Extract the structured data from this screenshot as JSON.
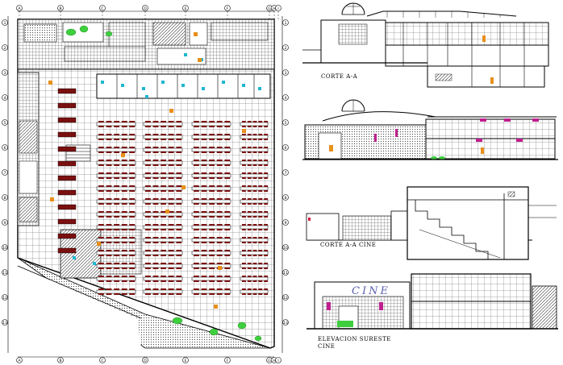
{
  "drawing": {
    "labels": {
      "section_aa": "CORTE A-A",
      "section_cinema": "CORTE A-A CINE",
      "elevation_line1": "ELEVACION SURESTE",
      "elevation_line2": "CINE",
      "cinema_sign": "CINE"
    },
    "grid_columns": [
      "A",
      "B",
      "C",
      "D",
      "E",
      "F",
      "G",
      "H",
      "I"
    ],
    "grid_rows": [
      "1",
      "2",
      "3",
      "4",
      "5",
      "6",
      "7",
      "8",
      "9",
      "10",
      "11",
      "12",
      "13"
    ],
    "colors": {
      "lines": "#000000",
      "grid_bubble": "#ffffff",
      "furniture": "#7a1010",
      "highlight_cyan": "#1fb6d0",
      "highlight_orange": "#e8901a",
      "highlight_magenta": "#c0208f",
      "vegetation": "#3ecf3e",
      "sign": "#5a5fb0"
    }
  }
}
